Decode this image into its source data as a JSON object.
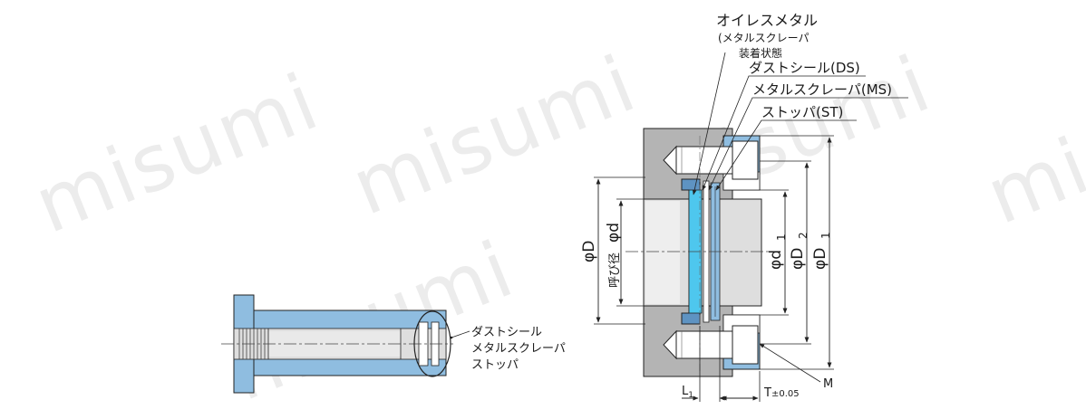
{
  "watermark": "misumi",
  "colors": {
    "blue": "#8fbde0",
    "blue_dark": "#5e93c2",
    "cyan": "#4ec7ee",
    "grey": "#b4b4b4",
    "grey_light": "#dedede",
    "line": "#222222"
  },
  "left_view": {
    "labels": [
      "ダストシール",
      "メタルスクレーパ",
      "ストッパ"
    ]
  },
  "right_view": {
    "callouts": {
      "oiles_title": "オイレスメタル",
      "oiles_sub1": "(メタルスクレーパ",
      "oiles_sub2": "装着状態",
      "dust_seal": "ダストシール(DS)",
      "metal_scraper": "メタルスクレーパ(MS)",
      "stopper": "ストッパ(ST)"
    },
    "dims": {
      "phi_D": "φD",
      "nominal": "呼び径",
      "phi_d": "φd",
      "phi_d1": "φd",
      "sub1": "1",
      "phi_D2": "φD",
      "sub2": "2",
      "phi_D1": "φD",
      "L": "L",
      "T": "T",
      "T_tol": "±0.05",
      "M": "M"
    }
  }
}
